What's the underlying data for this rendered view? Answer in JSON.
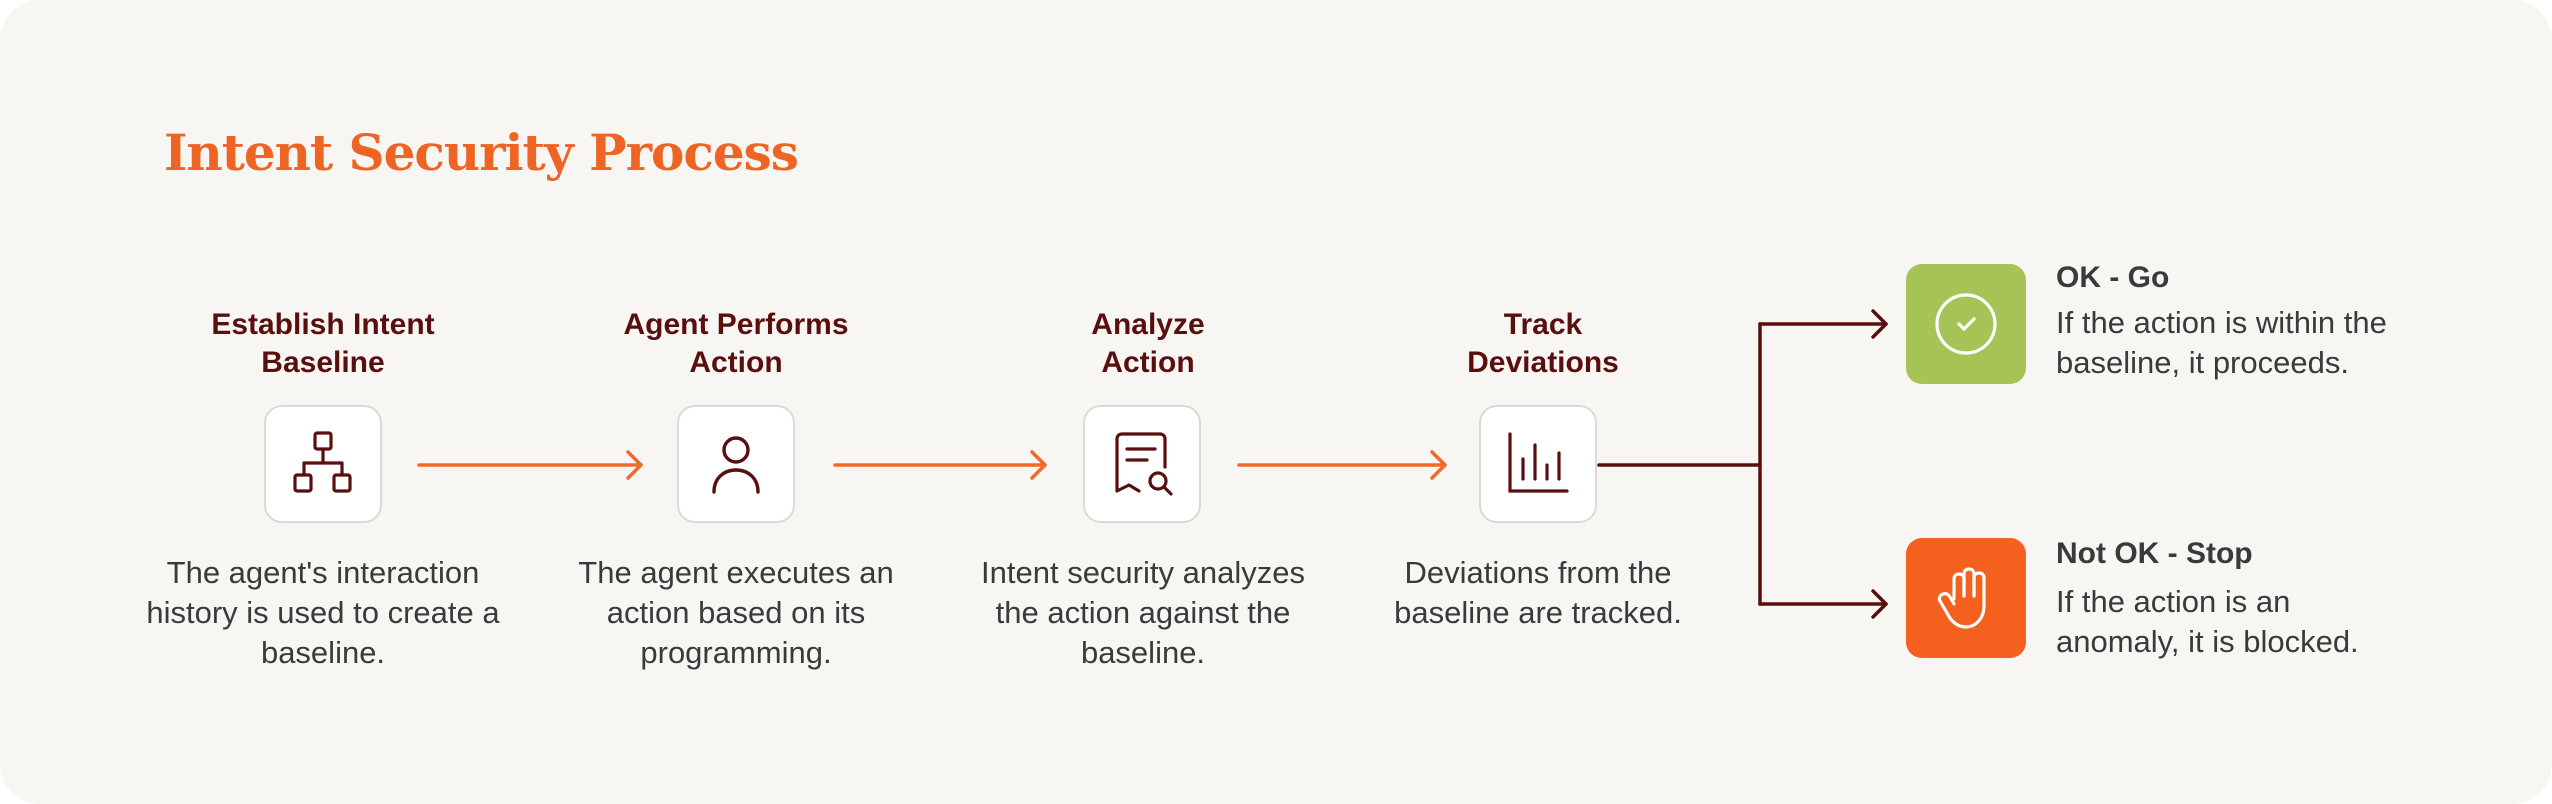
{
  "title": "Intent Security Process",
  "colors": {
    "background": "#f8f6f3",
    "title": "#ed6424",
    "step_title": "#5a0f0f",
    "arrow_orange": "#f26a2b",
    "arrow_dark": "#5a0f0f",
    "go_green": "#a6c455",
    "stop_orange": "#f4601d"
  },
  "steps": [
    {
      "title": "Establish Intent Baseline",
      "title_lines": [
        "Establish Intent",
        "Baseline"
      ],
      "icon": "hierarchy-icon",
      "description": "The agent's interaction history is used to create a baseline.",
      "desc_lines": [
        "The agent's interaction",
        "history is used to create a",
        "baseline."
      ]
    },
    {
      "title": "Agent Performs Action",
      "title_lines": [
        "Agent Performs",
        "Action"
      ],
      "icon": "user-icon",
      "description": "The agent executes an action based on its programming.",
      "desc_lines": [
        "The agent executes an",
        "action based on its",
        "programming."
      ]
    },
    {
      "title": "Analyze Action",
      "title_lines": [
        "Analyze",
        "Action"
      ],
      "icon": "document-search-icon",
      "description": "Intent security analyzes the action against the baseline.",
      "desc_lines": [
        "Intent security analyzes",
        "the action against the",
        "baseline."
      ]
    },
    {
      "title": "Track Deviations",
      "title_lines": [
        "Track",
        "Deviations"
      ],
      "icon": "bar-chart-icon",
      "description": "Deviations from the baseline are tracked.",
      "desc_lines": [
        "Deviations from the",
        "baseline are tracked."
      ]
    }
  ],
  "outcomes": [
    {
      "title": "OK - Go",
      "icon": "check-circle-icon",
      "description": "If the action is within the baseline, it proceeds.",
      "desc_lines": [
        "If the action is within the",
        "baseline, it proceeds."
      ]
    },
    {
      "title": "Not OK - Stop",
      "icon": "hand-stop-icon",
      "description": "If the action is an anomaly, it is blocked.",
      "desc_lines": [
        "If the action is an",
        "anomaly, it is blocked."
      ]
    }
  ]
}
